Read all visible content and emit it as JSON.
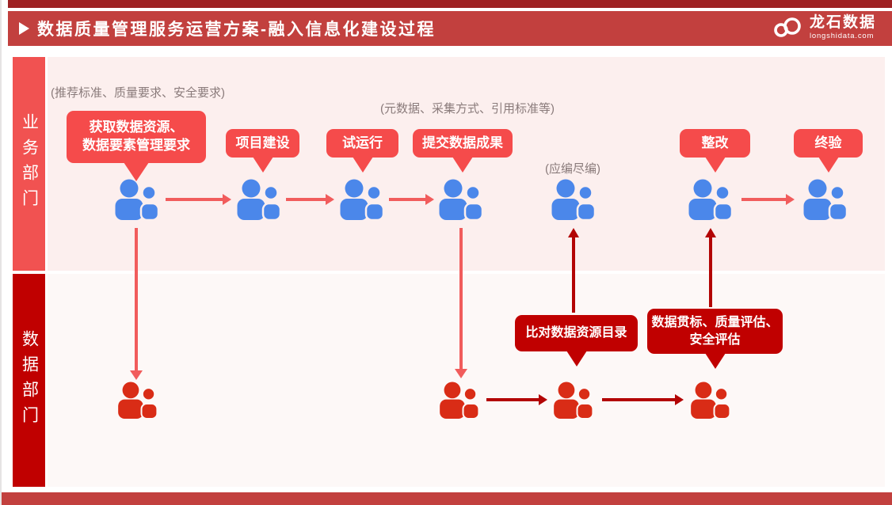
{
  "header": {
    "title": "数据质量管理服务运营方案-融入信息化建设过程",
    "logo_name": "龙石数据",
    "logo_domain": "longshidata.com"
  },
  "lanes": {
    "business_label": "业务部门",
    "data_label": "数据部门"
  },
  "notes": {
    "standards": "(推荐标准、质量要求、安全要求)",
    "metadata": "(元数据、采集方式、引用标准等)",
    "compile": "(应编尽编)"
  },
  "callouts": {
    "acquire_line1": "获取数据资源、",
    "acquire_line2": "数据要素管理要求",
    "project": "项目建设",
    "trial": "试运行",
    "submit": "提交数据成果",
    "rectify": "整改",
    "final": "终验",
    "compare": "比对数据资源目录",
    "assess_line1": "数据贯标、质量评估、",
    "assess_line2": "安全评估"
  },
  "icons": {
    "play": "play-triangle-icon (white right-pointing triangle)",
    "logo": "longshi-swirl-icon (white double-loop cloud mark)",
    "people": "two-people-icon (large + small person silhouette)"
  },
  "colors": {
    "header_red": "#c2403e",
    "strip_dark_red": "#9e2123",
    "lane_business_red": "#f15251",
    "lane_data_red": "#c00000",
    "panel_business_pink": "#fcefee",
    "panel_data_pink": "#fdf8f7",
    "callout_bright_red": "#f54b4b",
    "callout_dark_red": "#c00000",
    "person_blue": "#4b87ea",
    "person_red": "#d92c16",
    "arrow_light_red": "#f15c5c",
    "arrow_dark_red": "#b30505",
    "note_gray": "#8a7b7b"
  }
}
